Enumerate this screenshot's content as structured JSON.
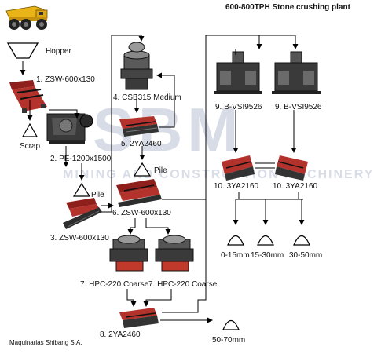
{
  "title": "600-800TPH Stone crushing plant",
  "footer": "Maquinarias Shibang S.A.",
  "watermark": {
    "brand": "SBM",
    "tagline": "MINING AND CONSTRUCTION MACHINERY",
    "color": "#d8dce6"
  },
  "labels": {
    "hopper": "Hopper",
    "step1": "1. ZSW-600x130",
    "scrap": "Scrap",
    "step2": "2. PE-1200x1500",
    "pile_a": "Pile",
    "step3": "3. ZSW-600x130",
    "step4": "4. CSB315 Medium",
    "step5": "5. 2YA2460",
    "pile_b": "Pile",
    "step6": "6. ZSW-600x130",
    "step7a": "7. HPC-220 Coarse",
    "step7b": "7. HPC-220 Coarse",
    "step8": "8. 2YA2460",
    "product_5070": "50-70mm",
    "step9a": "9. B-VSI9526",
    "step9b": "9. B-VSI9526",
    "step10a": "10. 3YA2160",
    "step10b": "10. 3YA2160",
    "product_015": "0-15mm",
    "product_1530": "15-30mm",
    "product_3050": "30-50mm"
  },
  "colors": {
    "machine_dark": "#3a3a3a",
    "screen_red": "#b3322c",
    "truck_yellow": "#e8b417",
    "line": "#000000"
  }
}
